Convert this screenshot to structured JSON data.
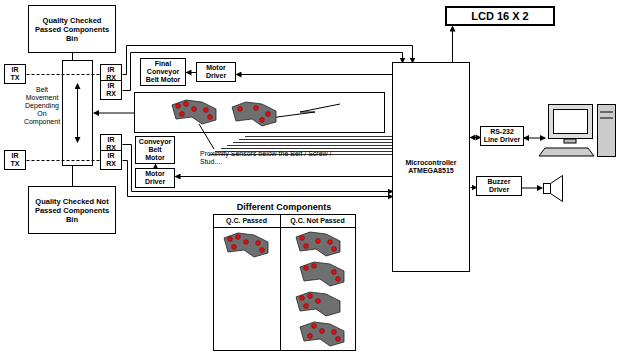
{
  "diagram": {
    "nodes": [
      {
        "text": [
          "Quality Checked Passed Components Bin"
        ]
      },
      {
        "text": [
          "IR TX"
        ]
      },
      {
        "text": [
          "IR RX"
        ]
      },
      {
        "text": [
          "IR RX"
        ]
      },
      {
        "text": [
          "Final Conveyor Belt Motor"
        ]
      },
      {
        "text": [
          "Motor Driver"
        ]
      },
      {
        "text": [
          "LCD 16 X 2"
        ]
      },
      {
        "text": [
          "Microcontroller ATMEGA8515"
        ]
      },
      {
        "text": [
          "RS-232 Line Driver"
        ]
      },
      {
        "text": [
          "Conveyor Belt Motor"
        ]
      },
      {
        "text": [
          "IR RX"
        ]
      },
      {
        "text": [
          "IR TX"
        ]
      },
      {
        "text": [
          "IR RX"
        ]
      },
      {
        "text": [
          "Motor Driver"
        ]
      },
      {
        "text": [
          "Buzzer Driver"
        ]
      },
      {
        "text": [
          "Quality Checked Not Passed Components Bin"
        ]
      }
    ],
    "edges": [
      {
        "from": 7,
        "to": 6,
        "arrow": "to"
      },
      {
        "from": 7,
        "to": 8,
        "arrow": "both"
      },
      {
        "from": 7,
        "to": 14,
        "arrow": "to"
      },
      {
        "from": 5,
        "to": 4,
        "arrow": "to"
      },
      {
        "from": 7,
        "to": 5,
        "arrow": "to"
      },
      {
        "from": 2,
        "to": 7,
        "arrow": "to"
      },
      {
        "from": 3,
        "to": 7,
        "arrow": "to"
      },
      {
        "from": 10,
        "to": 7,
        "arrow": "to"
      },
      {
        "from": 12,
        "to": 7,
        "arrow": "to"
      },
      {
        "from": 7,
        "to": 13,
        "arrow": "to"
      },
      {
        "from": 13,
        "to": 9,
        "arrow": "to"
      },
      {
        "from": 1,
        "to": 2,
        "arrow": "none"
      },
      {
        "from": 11,
        "to": 12,
        "arrow": "none"
      }
    ],
    "labels": [
      "Belt Movement Depending On Component",
      "Proximity Sensors below the Belt / Screw / Stud....",
      "Different Components",
      "Q.C. Passed",
      "Q.C. Not Passed"
    ]
  }
}
